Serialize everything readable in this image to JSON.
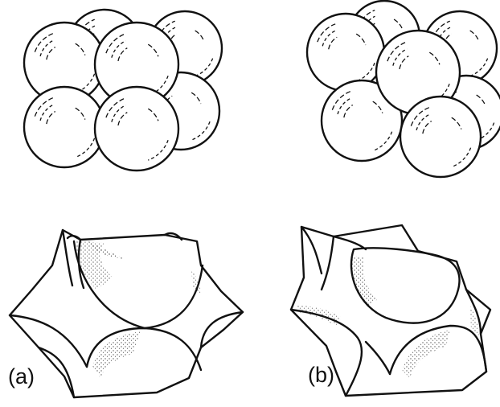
{
  "panels": [
    {
      "id": "a",
      "label": "(a)",
      "packing": "cubic",
      "sphere_count": 8
    },
    {
      "id": "b",
      "label": "(b)",
      "packing": "rhombohedral",
      "sphere_count": 8
    }
  ],
  "colors": {
    "ink": "#111111",
    "sphere_fill": "#ffffff",
    "stipple": "#333333",
    "background": "#ffffff"
  }
}
